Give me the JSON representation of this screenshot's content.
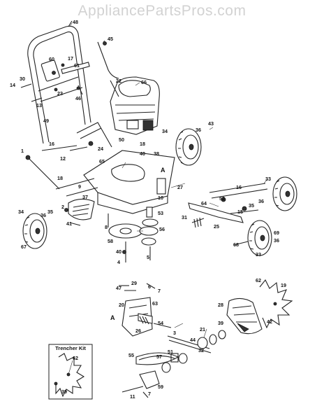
{
  "watermark": "AppliancePartsPros.com",
  "kit_title": "Trencher Kit",
  "marker": "A",
  "callouts": [
    {
      "id": "c48",
      "text": "48"
    },
    {
      "id": "c45",
      "text": "45"
    },
    {
      "id": "c17",
      "text": "17"
    },
    {
      "id": "c60",
      "text": "60"
    },
    {
      "id": "c61",
      "text": "61"
    },
    {
      "id": "c30",
      "text": "30"
    },
    {
      "id": "c14",
      "text": "14"
    },
    {
      "id": "c22",
      "text": "22"
    },
    {
      "id": "c66",
      "text": "66"
    },
    {
      "id": "c23",
      "text": "23"
    },
    {
      "id": "c46",
      "text": "46"
    },
    {
      "id": "c13",
      "text": "13"
    },
    {
      "id": "c49",
      "text": "49"
    },
    {
      "id": "c43",
      "text": "43"
    },
    {
      "id": "c36a",
      "text": "36"
    },
    {
      "id": "c34a",
      "text": "34"
    },
    {
      "id": "c50",
      "text": "50"
    },
    {
      "id": "c16a",
      "text": "16"
    },
    {
      "id": "c24",
      "text": "24"
    },
    {
      "id": "c18a",
      "text": "18"
    },
    {
      "id": "c40a",
      "text": "40"
    },
    {
      "id": "c38",
      "text": "38"
    },
    {
      "id": "c12",
      "text": "12"
    },
    {
      "id": "c1",
      "text": "1"
    },
    {
      "id": "c65",
      "text": "65"
    },
    {
      "id": "c18b",
      "text": "18"
    },
    {
      "id": "c9",
      "text": "9"
    },
    {
      "id": "c10",
      "text": "10"
    },
    {
      "id": "c27",
      "text": "27"
    },
    {
      "id": "c33a",
      "text": "33"
    },
    {
      "id": "c16b",
      "text": "16"
    },
    {
      "id": "c52",
      "text": "52"
    },
    {
      "id": "c2",
      "text": "2"
    },
    {
      "id": "c37",
      "text": "37"
    },
    {
      "id": "c34b",
      "text": "34"
    },
    {
      "id": "c36b",
      "text": "36"
    },
    {
      "id": "c35a",
      "text": "35"
    },
    {
      "id": "c41",
      "text": "41"
    },
    {
      "id": "c53",
      "text": "53"
    },
    {
      "id": "c64",
      "text": "64"
    },
    {
      "id": "c15",
      "text": "15"
    },
    {
      "id": "c35b",
      "text": "35"
    },
    {
      "id": "c36c",
      "text": "36"
    },
    {
      "id": "c31",
      "text": "31"
    },
    {
      "id": "c8",
      "text": "8"
    },
    {
      "id": "c56",
      "text": "56"
    },
    {
      "id": "c25",
      "text": "25"
    },
    {
      "id": "c69",
      "text": "69"
    },
    {
      "id": "c67",
      "text": "67"
    },
    {
      "id": "c58",
      "text": "58"
    },
    {
      "id": "c36d",
      "text": "36"
    },
    {
      "id": "c68",
      "text": "68"
    },
    {
      "id": "c40b",
      "text": "40"
    },
    {
      "id": "c33b",
      "text": "33"
    },
    {
      "id": "c4",
      "text": "4"
    },
    {
      "id": "c5",
      "text": "5"
    },
    {
      "id": "c62a",
      "text": "62"
    },
    {
      "id": "c19",
      "text": "19"
    },
    {
      "id": "c29",
      "text": "29"
    },
    {
      "id": "c47",
      "text": "47"
    },
    {
      "id": "c6",
      "text": "6"
    },
    {
      "id": "c63",
      "text": "63"
    },
    {
      "id": "c7a",
      "text": "7"
    },
    {
      "id": "c20",
      "text": "20"
    },
    {
      "id": "c28",
      "text": "28"
    },
    {
      "id": "c42",
      "text": "42"
    },
    {
      "id": "c26",
      "text": "26"
    },
    {
      "id": "c54",
      "text": "54"
    },
    {
      "id": "c39a",
      "text": "39"
    },
    {
      "id": "c21",
      "text": "21"
    },
    {
      "id": "c3",
      "text": "3"
    },
    {
      "id": "c44",
      "text": "44"
    },
    {
      "id": "c32",
      "text": "32"
    },
    {
      "id": "c51",
      "text": "51"
    },
    {
      "id": "c55",
      "text": "55"
    },
    {
      "id": "c57",
      "text": "57"
    },
    {
      "id": "c62b",
      "text": "62"
    },
    {
      "id": "c39b",
      "text": "39"
    },
    {
      "id": "c59",
      "text": "59"
    },
    {
      "id": "c11",
      "text": "11"
    },
    {
      "id": "c7b",
      "text": "7"
    }
  ]
}
